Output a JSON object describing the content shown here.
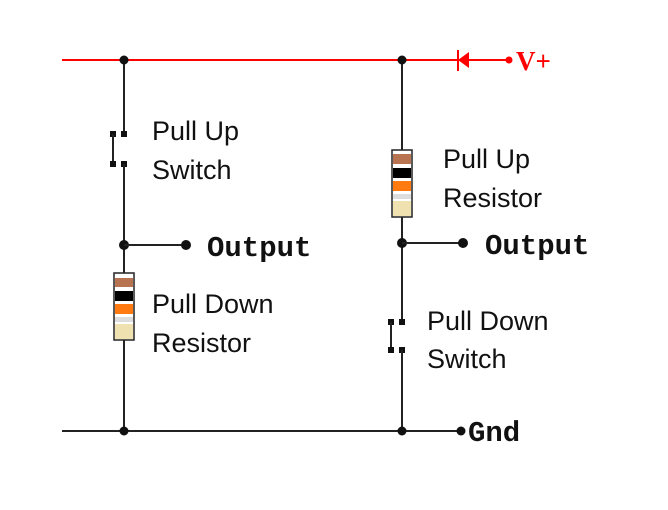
{
  "labels": {
    "vplus": "V+",
    "gnd": "Gnd",
    "output_left": "Output",
    "output_right": "Output",
    "pull_up_switch": [
      "Pull Up",
      "Switch"
    ],
    "pull_down_resistor": [
      "Pull Down",
      "Resistor"
    ],
    "pull_up_resistor": [
      "Pull Up",
      "Resistor"
    ],
    "pull_down_switch": [
      "Pull Down",
      "Switch"
    ]
  },
  "colors": {
    "supply_wire": "#ff0000",
    "wire": "#222222",
    "resistor_bands": [
      "#b87450",
      "#000000",
      "#ff7a10",
      "#dddddd",
      "#f0e2b0"
    ]
  }
}
